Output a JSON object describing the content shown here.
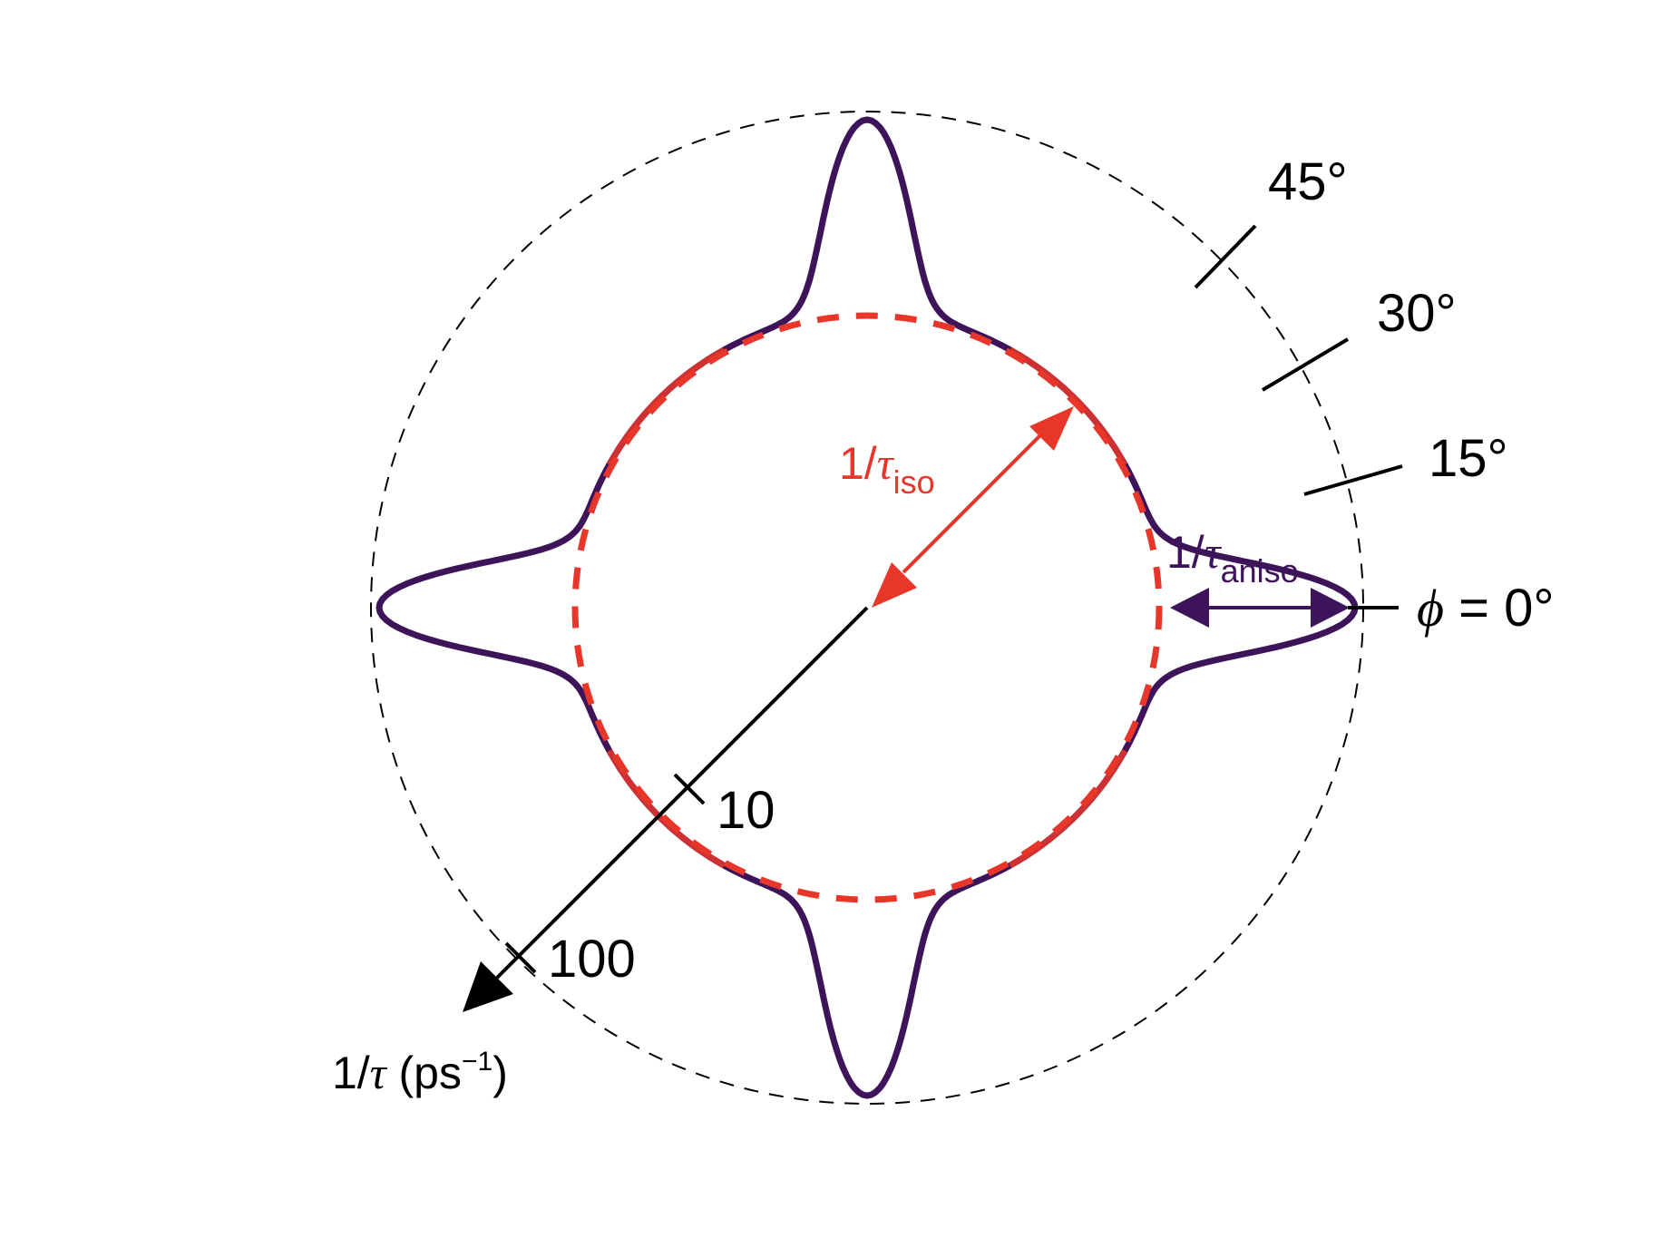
{
  "labels": {
    "iso_prefix": "1/",
    "iso_symbol": "τ",
    "iso_sub": "iso",
    "aniso_prefix": "1/",
    "aniso_symbol": "τ",
    "aniso_sub": "aniso",
    "phi_symbol": "ϕ",
    "phi_rest": " = 0°",
    "axis_prefix": "1/",
    "axis_symbol": "τ",
    "axis_unit_open": " (ps",
    "axis_unit_exp": "−1",
    "axis_unit_close": ")"
  },
  "angle_ticks": [
    "15°",
    "30°",
    "45°"
  ],
  "radial_ticks": [
    "10",
    "100"
  ],
  "colors": {
    "outer_curve": "#3d1459",
    "inner_circle": "#e8362a",
    "iso_arrow": "#e8362a",
    "aniso_arrow": "#3d1459",
    "axis": "#000000"
  }
}
